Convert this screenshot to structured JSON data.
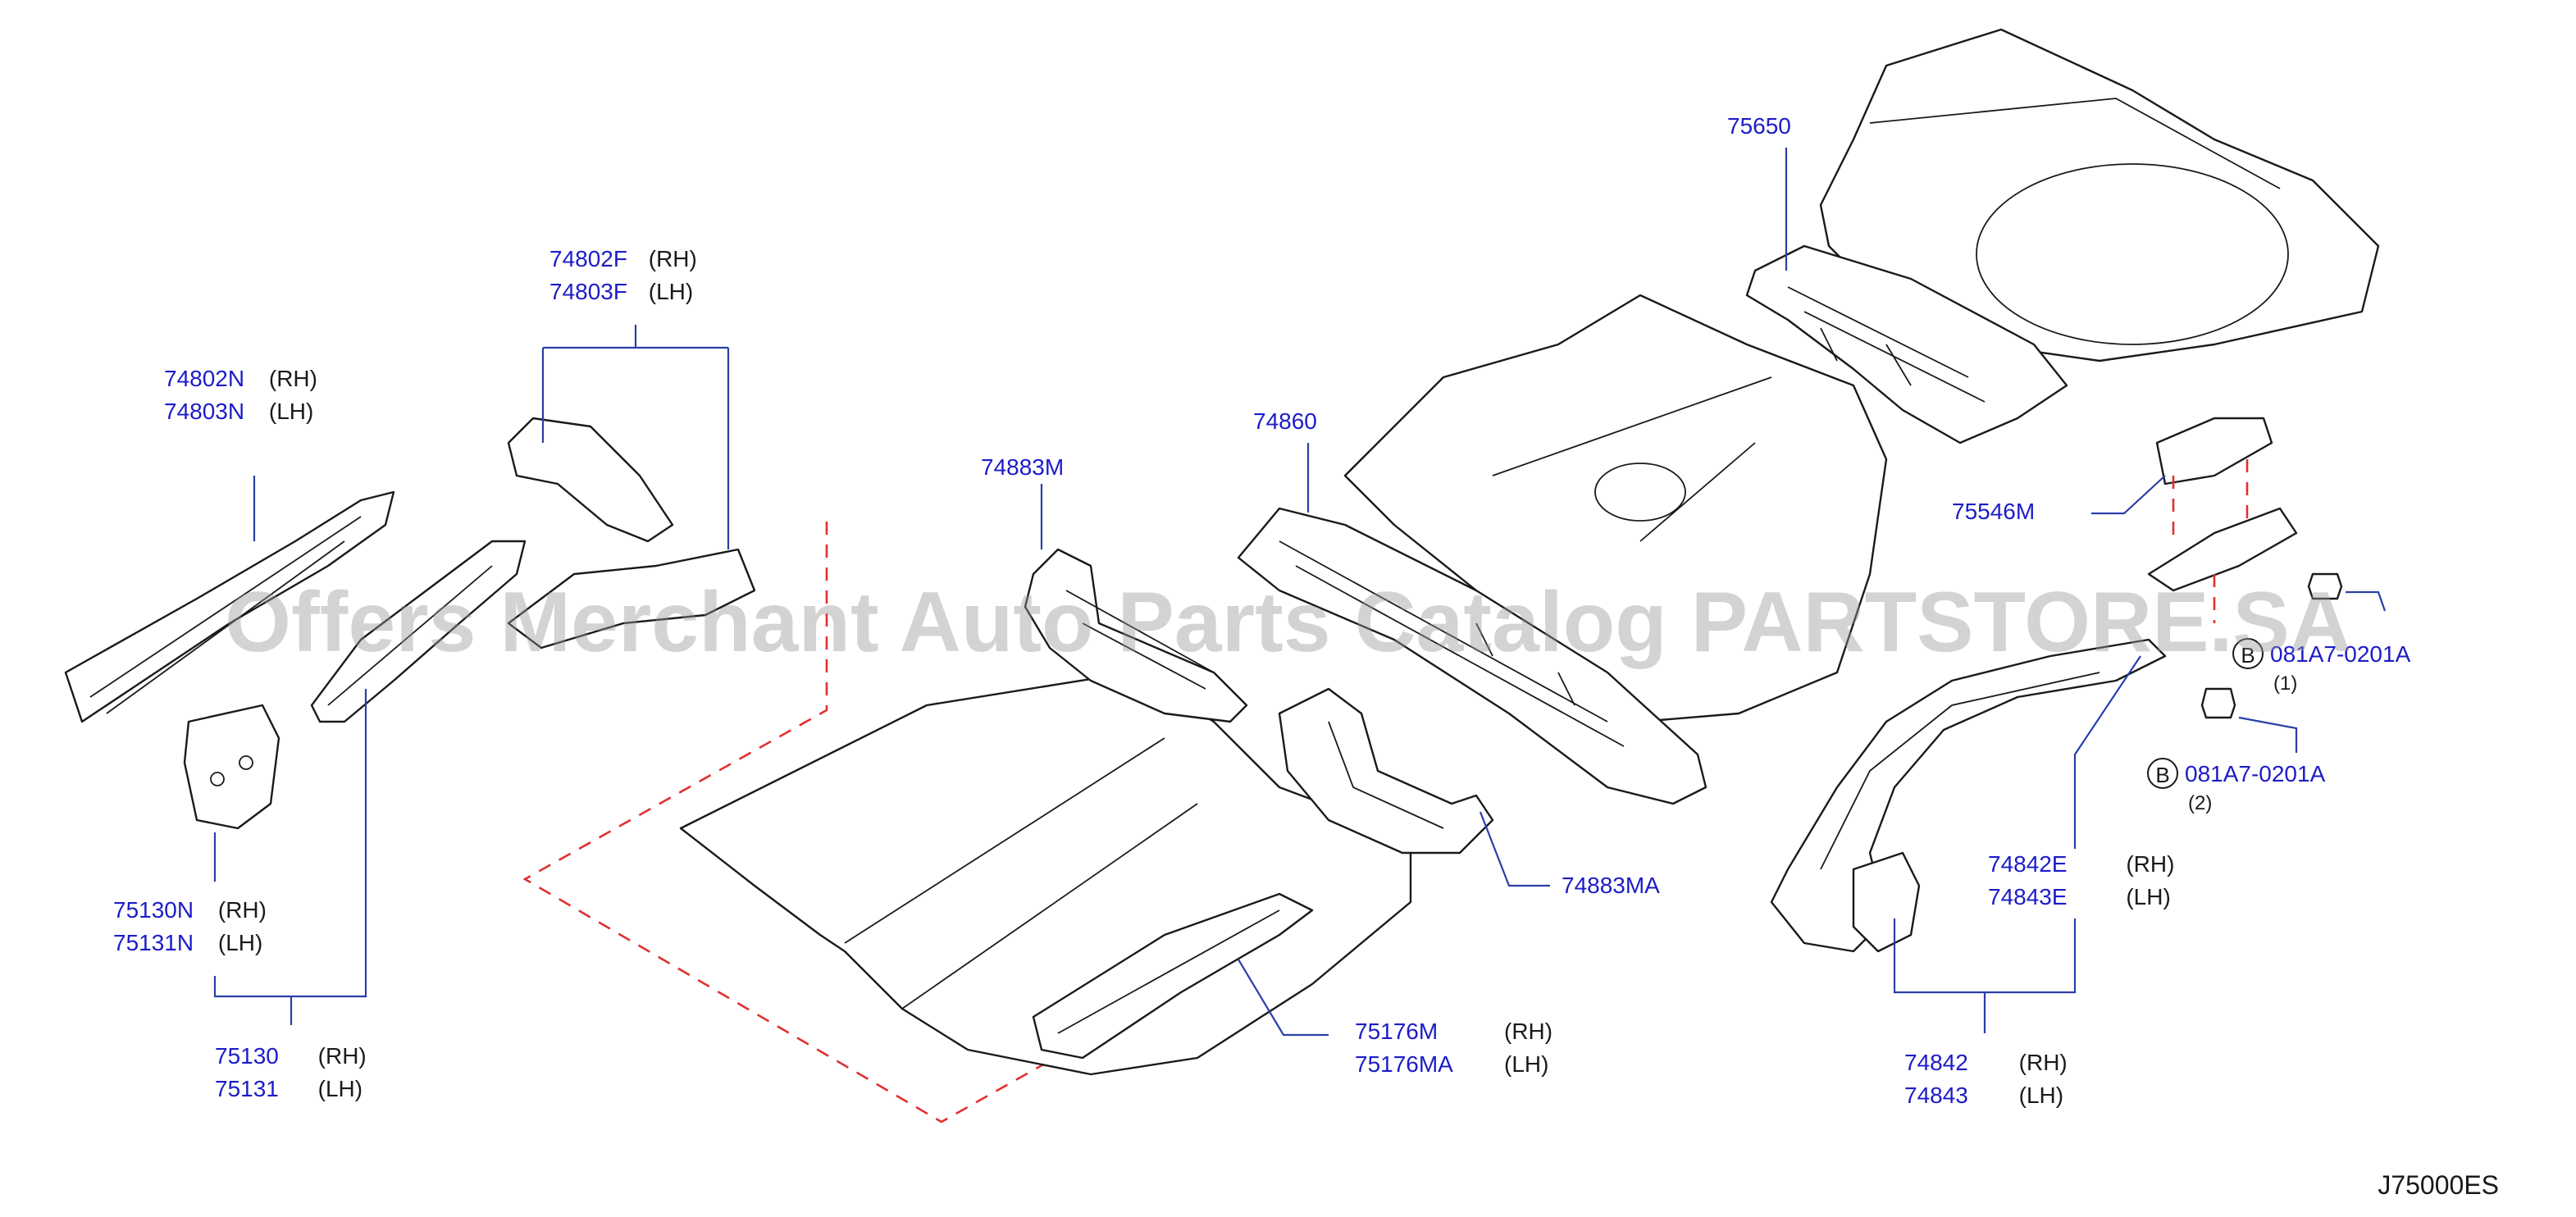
{
  "parts": [
    {
      "id": "74802F",
      "side": "(RH)"
    },
    {
      "id": "74803F",
      "side": "(LH)"
    },
    {
      "id": "74802N",
      "side": "(RH)"
    },
    {
      "id": "74803N",
      "side": "(LH)"
    },
    {
      "id": "75130N",
      "side": "(RH)"
    },
    {
      "id": "75131N",
      "side": "(LH)"
    },
    {
      "id": "75130",
      "side": "(RH)"
    },
    {
      "id": "75131",
      "side": "(LH)"
    },
    {
      "id": "74883M",
      "side": ""
    },
    {
      "id": "74860",
      "side": ""
    },
    {
      "id": "74883MA",
      "side": ""
    },
    {
      "id": "75176M",
      "side": "(RH)"
    },
    {
      "id": "75176MA",
      "side": "(LH)"
    },
    {
      "id": "75650",
      "side": ""
    },
    {
      "id": "75546M",
      "side": ""
    },
    {
      "id": "74842E",
      "side": "(RH)"
    },
    {
      "id": "74843E",
      "side": "(LH)"
    },
    {
      "id": "74842",
      "side": "(RH)"
    },
    {
      "id": "74843",
      "side": "(LH)"
    }
  ],
  "bolts": [
    {
      "symbol": "B",
      "id": "081A7-0201A",
      "qty": "(1)"
    },
    {
      "symbol": "B",
      "id": "081A7-0201A",
      "qty": "(2)"
    }
  ],
  "diagram_code": "J75000ES",
  "watermark": "Offers Merchant Auto Parts Catalog PARTSTORE.SA"
}
